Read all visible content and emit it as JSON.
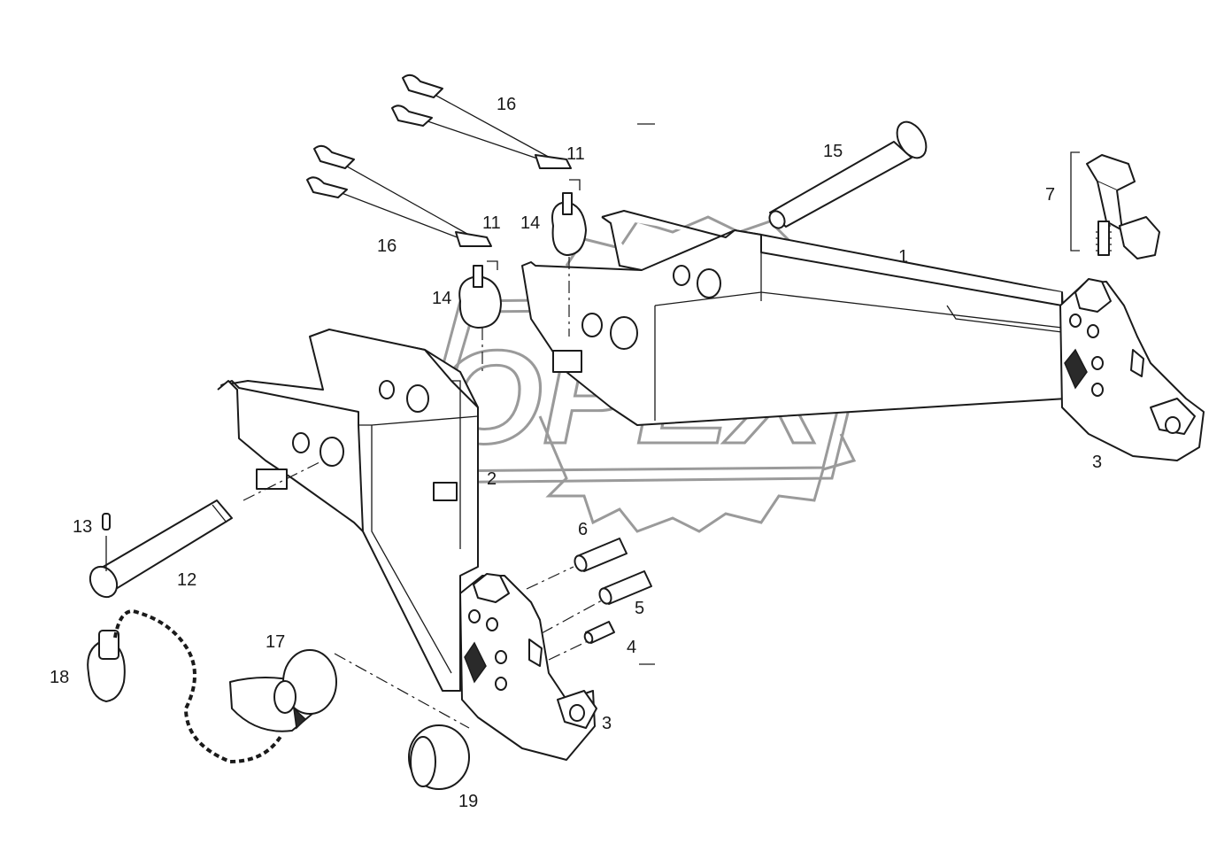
{
  "diagram": {
    "watermark": {
      "text": "OPEX"
    },
    "callouts": [
      {
        "id": "label-1",
        "text": "1"
      },
      {
        "id": "label-2",
        "text": "2"
      },
      {
        "id": "label-3a",
        "text": "3"
      },
      {
        "id": "label-3b",
        "text": "3"
      },
      {
        "id": "label-4",
        "text": "4"
      },
      {
        "id": "label-5",
        "text": "5"
      },
      {
        "id": "label-6",
        "text": "6"
      },
      {
        "id": "label-7",
        "text": "7"
      },
      {
        "id": "label-11a",
        "text": "11"
      },
      {
        "id": "label-11b",
        "text": "11"
      },
      {
        "id": "label-12",
        "text": "12"
      },
      {
        "id": "label-13",
        "text": "13"
      },
      {
        "id": "label-14a",
        "text": "14"
      },
      {
        "id": "label-14b",
        "text": "14"
      },
      {
        "id": "label-15",
        "text": "15"
      },
      {
        "id": "label-16a",
        "text": "16"
      },
      {
        "id": "label-16b",
        "text": "16"
      },
      {
        "id": "label-17",
        "text": "17"
      },
      {
        "id": "label-18",
        "text": "18"
      },
      {
        "id": "label-19",
        "text": "19"
      }
    ]
  }
}
